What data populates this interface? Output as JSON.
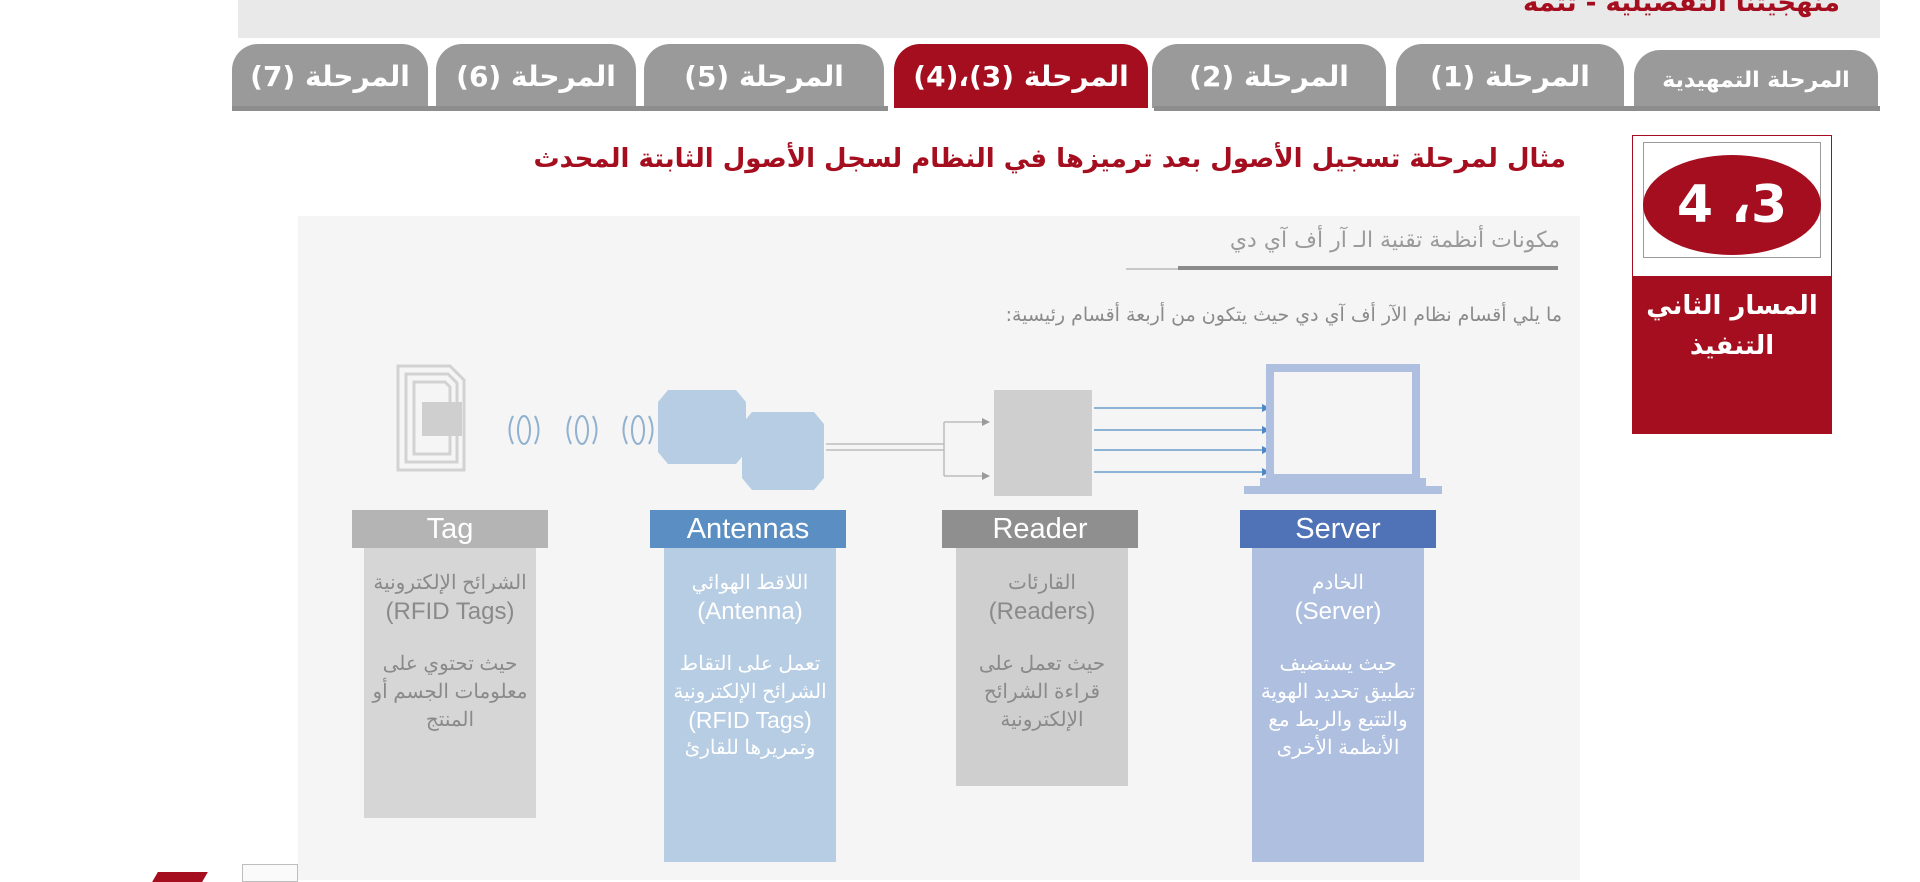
{
  "header": {
    "title": "منهجيتنا التفصيلية - تتمة"
  },
  "tabs": [
    {
      "label": "المرحلة التمهيدية",
      "active": false
    },
    {
      "label": "المرحلة (1)",
      "active": false
    },
    {
      "label": "المرحلة (2)",
      "active": false
    },
    {
      "label": "المرحلة (3)،(4)",
      "active": true
    },
    {
      "label": "المرحلة (5)",
      "active": false
    },
    {
      "label": "المرحلة (6)",
      "active": false
    },
    {
      "label": "المرحلة (7)",
      "active": false
    }
  ],
  "phase_badge": {
    "number": "3، 4",
    "line1": "المسار الثاني",
    "line2": "التنفيذ"
  },
  "main": {
    "title": "مثال لمرحلة تسجيل الأصول بعد ترميزها في النظام لسجل الأصول الثابتة المحدث"
  },
  "slide": {
    "section_title": "مكونات أنظمة تقنية الـ آر أف آي دي",
    "intro": "ما يلي أقسام نظام الآر أف آي دي حيث يتكون من أربعة أقسام رئيسية:",
    "columns": [
      {
        "head": "Tag",
        "line1": "الشرائح الإلكترونية",
        "line2": "(RFID Tags)",
        "desc": [
          "حيث تحتوي على",
          "معلومات الجسم أو",
          "المنتج"
        ]
      },
      {
        "head": "Antennas",
        "line1": "اللاقط الهوائي",
        "line2": "(Antenna)",
        "desc": [
          "تعمل على التقاط",
          "الشرائح الإلكترونية",
          "(RFID Tags)",
          "وتمريرها للقارئ"
        ]
      },
      {
        "head": "Reader",
        "line1": "القارئات",
        "line2": "(Readers)",
        "desc": [
          "حيث تعمل على",
          "قراءة الشرائح",
          "الإلكترونية"
        ]
      },
      {
        "head": "Server",
        "line1": "الخادم",
        "line2": "(Server)",
        "desc": [
          "حيث يستضيف",
          "تطبيق تحديد الهوية",
          "والتتبع والربط مع",
          "الأنظمة الأخرى"
        ]
      }
    ]
  },
  "colors": {
    "accent": "#a50e1e",
    "tab_inactive": "#9a9a9a",
    "tag_head": "#b4b4b4",
    "tag_body": "#d6d6d6",
    "antenna_head": "#5b8fc3",
    "antenna_body": "#b7cde3",
    "reader_head": "#8f8f8f",
    "reader_body": "#cfcfcf",
    "server_head": "#4f73b6",
    "server_body": "#aebfdf"
  },
  "icons": [
    "rfid-tag-icon",
    "radio-wave-icon",
    "antenna-icon",
    "reader-icon",
    "arrow-icon",
    "laptop-icon",
    "logo-icon"
  ]
}
